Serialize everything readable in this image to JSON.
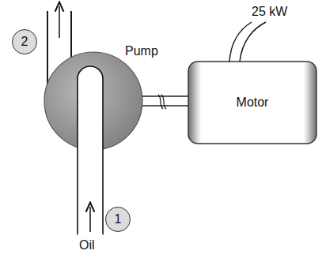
{
  "diagram": {
    "labels": [
      "25 kW",
      "2",
      "Pump",
      "Motor",
      "1",
      "Oil"
    ]
  }
}
